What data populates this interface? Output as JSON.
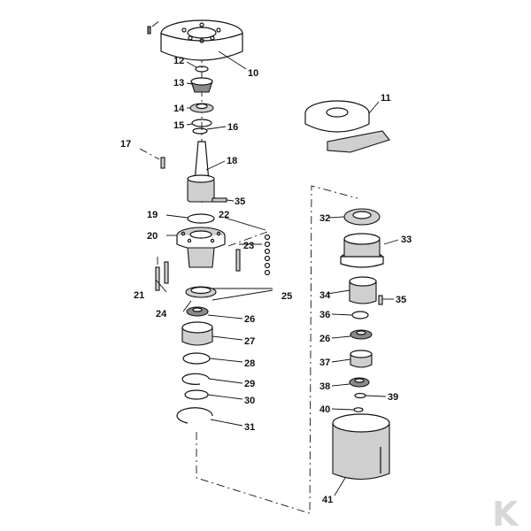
{
  "diagram": {
    "callouts": [
      "10",
      "11",
      "12",
      "13",
      "14",
      "15",
      "16",
      "17",
      "18",
      "19",
      "20",
      "21",
      "22",
      "23",
      "24",
      "25",
      "26",
      "27",
      "28",
      "29",
      "30",
      "31",
      "32",
      "33",
      "34",
      "35",
      "35",
      "36",
      "26",
      "37",
      "38",
      "39",
      "40",
      "41"
    ]
  },
  "watermark": {
    "letter": "K",
    "color": "#d8d8d8"
  }
}
